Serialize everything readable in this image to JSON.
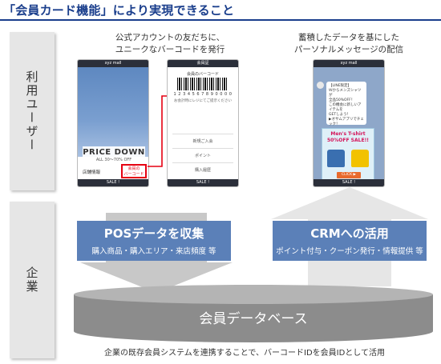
{
  "title": "「会員カード機能」により実現できること",
  "side": {
    "users": "利用ユーザー",
    "company": "企業"
  },
  "captions": {
    "left_line1": "公式アカウントの友だちに、",
    "left_line2": "ユニークなバーコードを発行",
    "right_line1": "蓄積したデータを基にした",
    "right_line2": "パーソナルメッセージの配信"
  },
  "phone1": {
    "header": "xyz mall",
    "price_down": "PRICE DOWN",
    "discount": "ALL 30〜70% OFF",
    "store_info": "店舗情報",
    "member_card_l1": "会員の",
    "member_card_l2": "バーコード",
    "footer": "SALE !"
  },
  "phone2": {
    "header": "会員証",
    "title": "会員のバーコード",
    "number": "1 2 3 4 5 6 7 8 9 0 0 0 0",
    "note": "お会計時にレジにてご提示ください",
    "rows": [
      "新規ご入会",
      "ポイント",
      "購入履歴"
    ],
    "footer": "SALE !"
  },
  "phone3": {
    "header": "xyz mall",
    "bubble_title": "【LINE限定】",
    "bubble_l1": "Ｗからメンズシャツが",
    "bubble_l2": "全品50%OFF！",
    "bubble_l3": "この機会に新しいアイテムを",
    "bubble_l4": "GETしよう！",
    "bubble_l5": "▶オサムアプリでチェック！",
    "sale_l1": "Men's T-shirt",
    "sale_l2": "50%OFF SALE!!",
    "click": "CLICK ▶",
    "footer": "SALE !"
  },
  "panels": {
    "left_title": "POSデータを収集",
    "left_sub": "購入商品・購入エリア・来店頻度 等",
    "right_title": "CRMへの活用",
    "right_sub": "ポイント付与・クーポン発行・情報提供 等"
  },
  "database": "会員データベース",
  "footer": "企業の既存会員システムを連携することで、バーコードIDを会員IDとして活用",
  "colors": {
    "title": "#1a3e8c",
    "panel": "#5b80b8",
    "highlight": "#e60012",
    "arrow_light": "#e6e6e6",
    "database": "#8c8c8c"
  }
}
